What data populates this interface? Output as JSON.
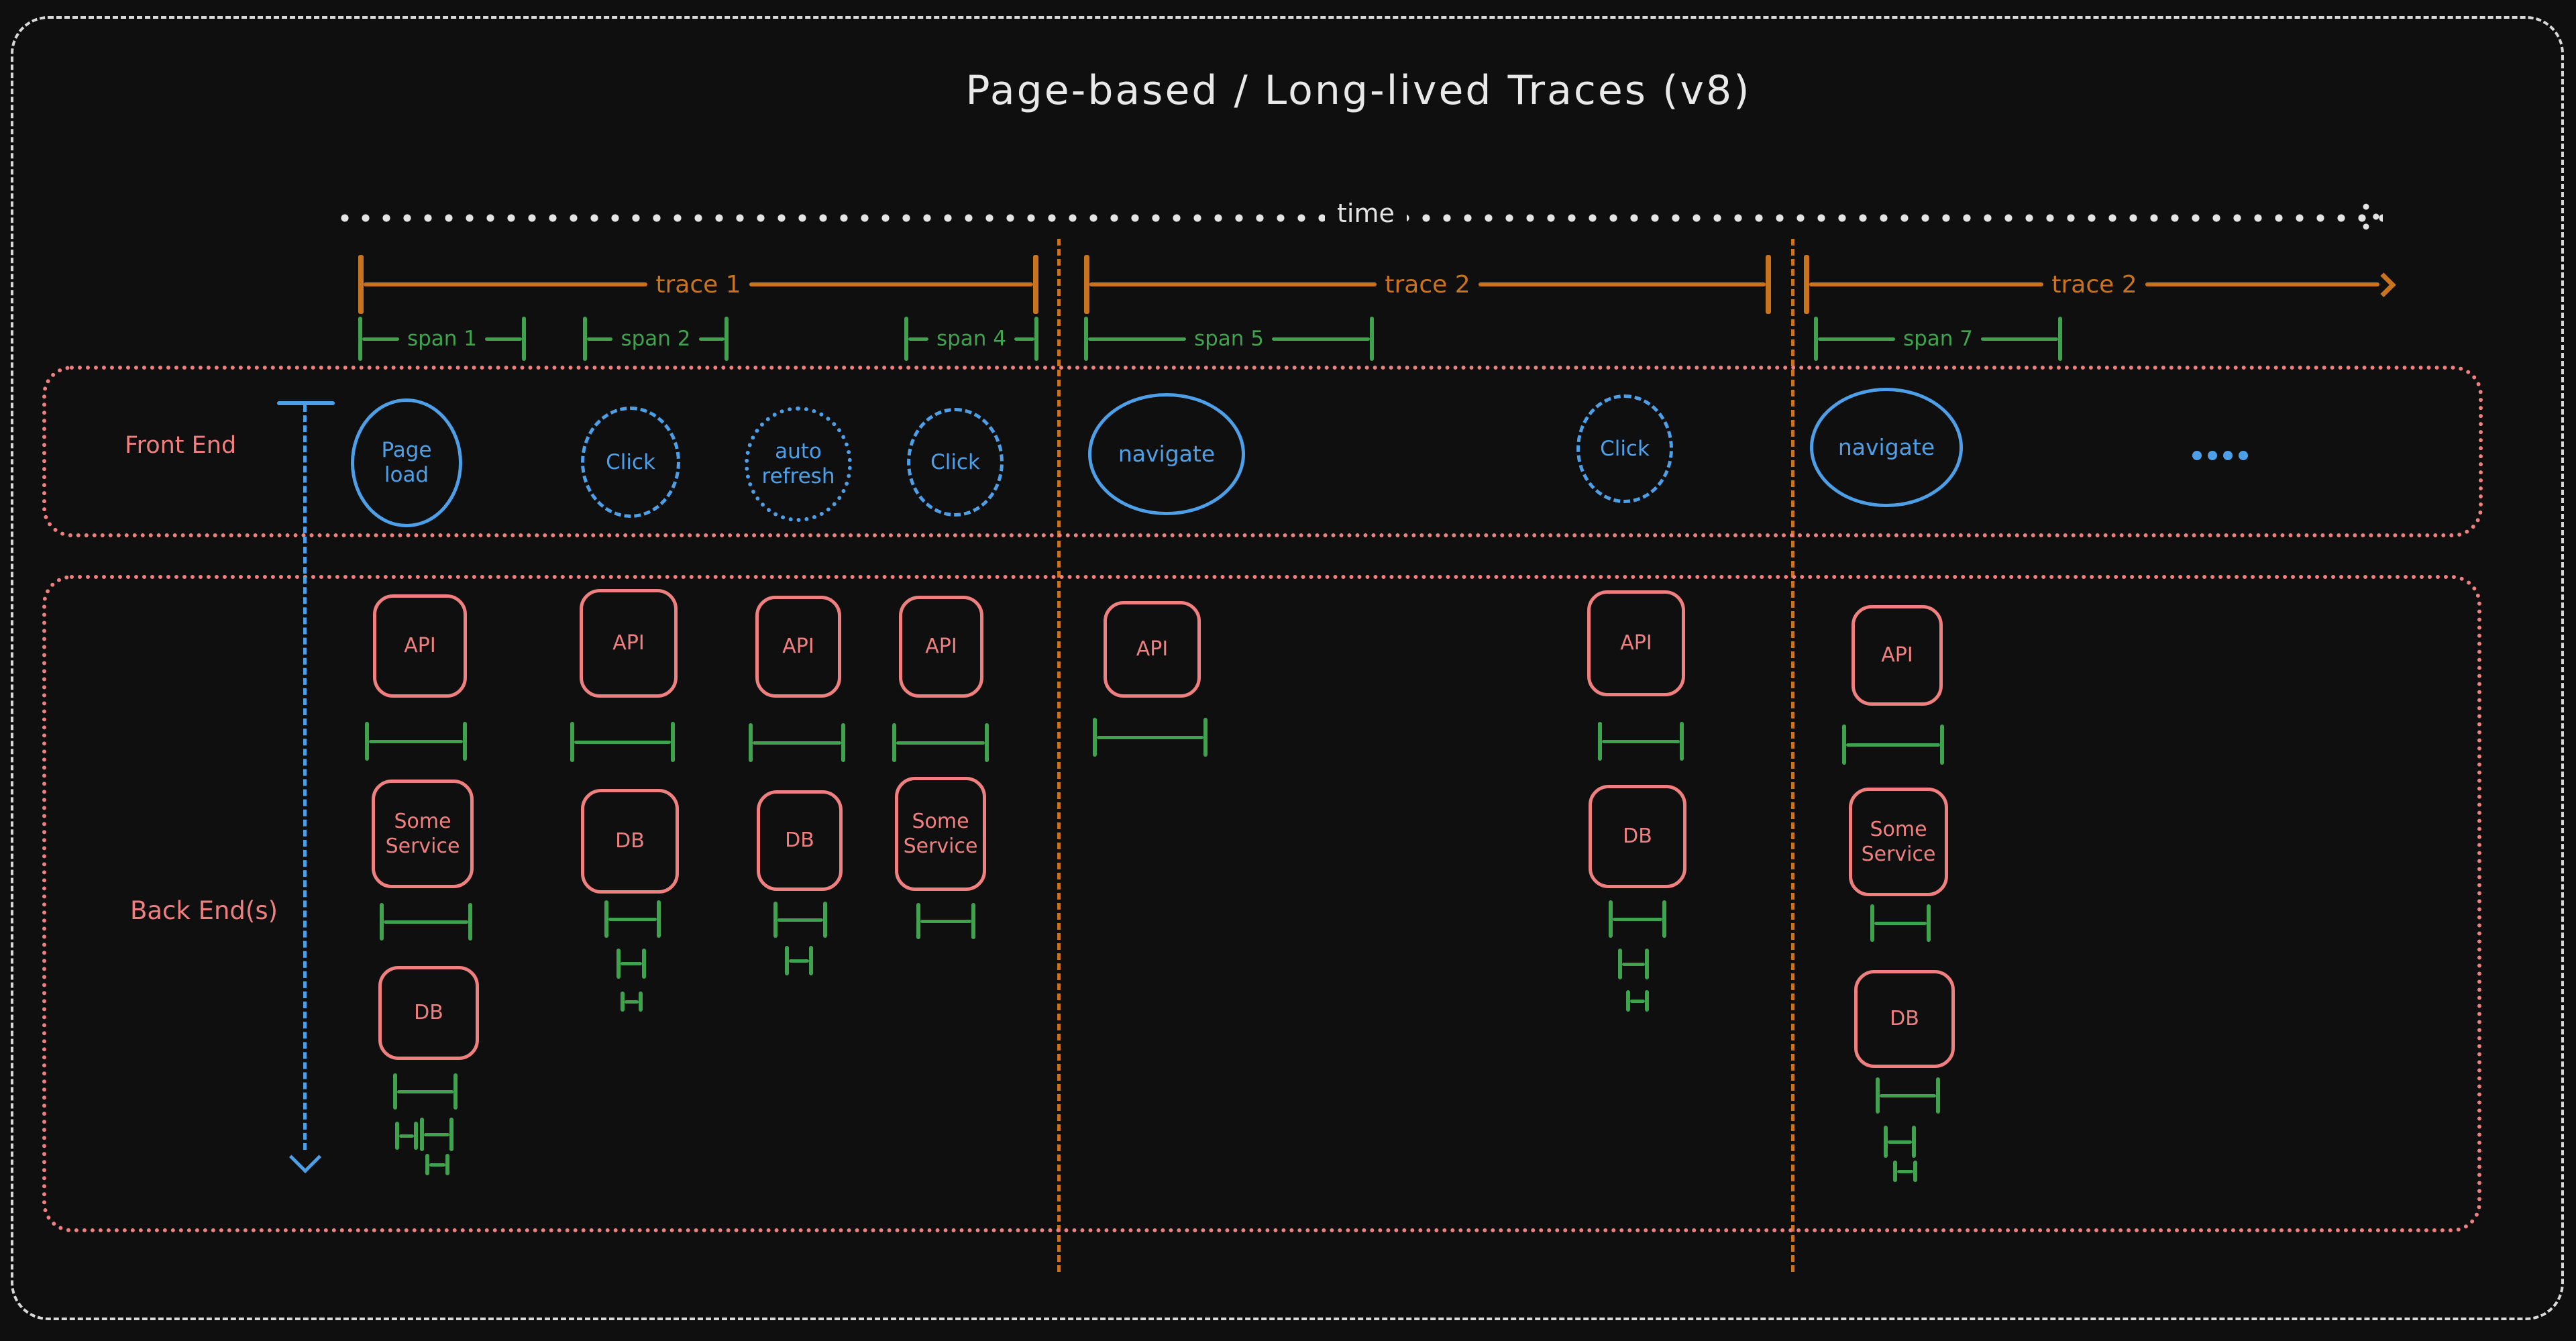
{
  "title": "Page-based / Long-lived Traces (v8)",
  "timeline": {
    "label": "time"
  },
  "traces": {
    "items": [
      {
        "label": "trace 1"
      },
      {
        "label": "trace 2"
      },
      {
        "label": "trace 2"
      }
    ]
  },
  "spans": {
    "items": [
      {
        "label": "span 1"
      },
      {
        "label": "span 2"
      },
      {
        "label": "span 4"
      },
      {
        "label": "span 5"
      },
      {
        "label": "span 7"
      }
    ]
  },
  "lanes": {
    "frontend": {
      "label": "Front End"
    },
    "backend": {
      "label": "Back End(s)"
    }
  },
  "frontend": {
    "events": [
      {
        "label": "Page load",
        "style": "solid"
      },
      {
        "label": "Click",
        "style": "dashed"
      },
      {
        "label": "auto refresh",
        "style": "dotted"
      },
      {
        "label": "Click",
        "style": "dashed"
      },
      {
        "label": "navigate",
        "style": "solid"
      },
      {
        "label": "Click",
        "style": "dashed"
      },
      {
        "label": "navigate",
        "style": "solid"
      }
    ],
    "ellipsis": "...."
  },
  "backend": {
    "columns": [
      {
        "boxes": [
          "API",
          "Some Service",
          "DB"
        ]
      },
      {
        "boxes": [
          "API",
          "DB"
        ]
      },
      {
        "boxes": [
          "API",
          "DB"
        ]
      },
      {
        "boxes": [
          "API",
          "Some Service"
        ]
      },
      {
        "boxes": [
          "API"
        ]
      },
      {
        "boxes": [
          "API",
          "DB"
        ]
      },
      {
        "boxes": [
          "API",
          "Some Service",
          "DB"
        ]
      }
    ]
  },
  "colors": {
    "background": "#0f0f0f",
    "ink": "#e4e4e4",
    "salmon": "#f08080",
    "green": "#3fa24e",
    "orange": "#c9731c",
    "blue": "#4da0e8"
  }
}
